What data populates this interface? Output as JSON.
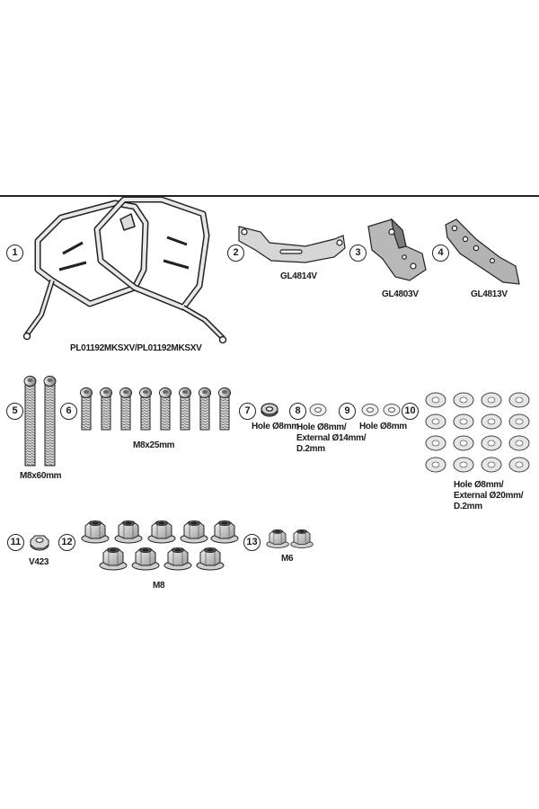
{
  "items": [
    {
      "number": "1",
      "label": "PL01192MKSXV/PL01192MKSXV"
    },
    {
      "number": "2",
      "label": "GL4814V"
    },
    {
      "number": "3",
      "label": "GL4803V"
    },
    {
      "number": "4",
      "label": "GL4813V"
    },
    {
      "number": "5",
      "label": "M8x60mm"
    },
    {
      "number": "6",
      "label": "M8x25mm"
    },
    {
      "number": "7",
      "label": "Hole Ø8mm"
    },
    {
      "number": "8",
      "label": "Hole Ø8mm/\nExternal Ø14mm/\nD.2mm"
    },
    {
      "number": "9",
      "label": "Hole Ø8mm"
    },
    {
      "number": "10",
      "label": "Hole Ø8mm/\nExternal Ø20mm/\nD.2mm"
    },
    {
      "number": "11",
      "label": "V423"
    },
    {
      "number": "12",
      "label": "M8"
    },
    {
      "number": "13",
      "label": "M6"
    }
  ],
  "colors": {
    "line": "#222222",
    "part_fill": "#d9d9d9",
    "part_dark": "#8c8c8c"
  }
}
